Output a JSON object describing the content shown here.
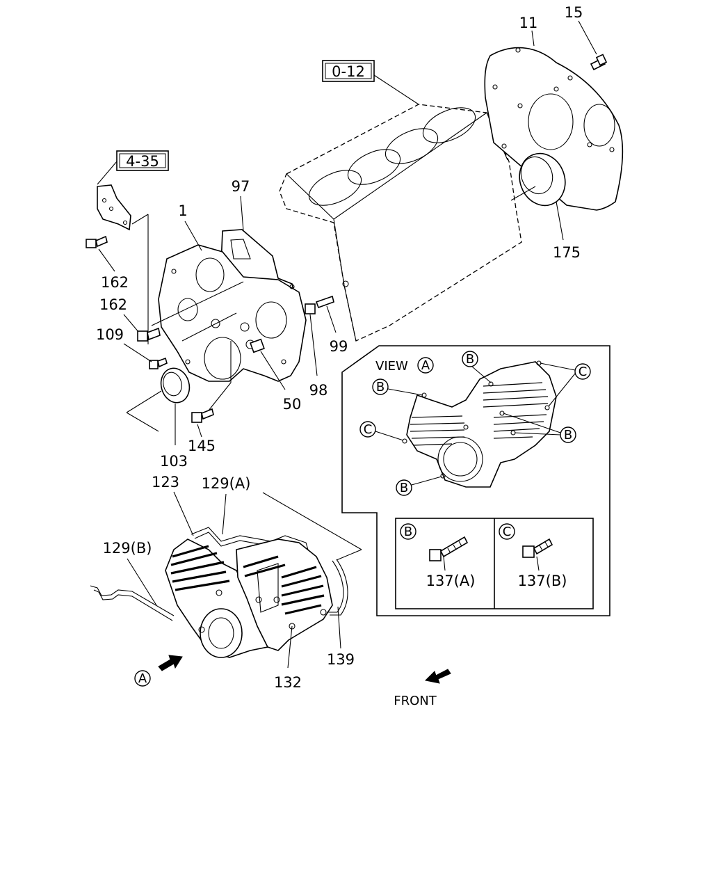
{
  "refs": {
    "block_ref": "0-12",
    "bracket_ref": "4-35"
  },
  "callouts": {
    "p11": "11",
    "p15": "15",
    "p97": "97",
    "p1": "1",
    "p175": "175",
    "p162a": "162",
    "p162b": "162",
    "p109": "109",
    "p99": "99",
    "p98": "98",
    "p50": "50",
    "p103": "103",
    "p145": "145",
    "p123": "123",
    "p129a": "129(A)",
    "p129b": "129(B)",
    "p132": "132",
    "p139": "139"
  },
  "view_panel": {
    "title": "VIEW",
    "view_letter": "A",
    "marker_b": "B",
    "marker_c": "C",
    "bolt_b_letter": "B",
    "bolt_b_part": "137(A)",
    "bolt_c_letter": "C",
    "bolt_c_part": "137(B)"
  },
  "arrow_a_letter": "A",
  "front_label": "FRONT"
}
